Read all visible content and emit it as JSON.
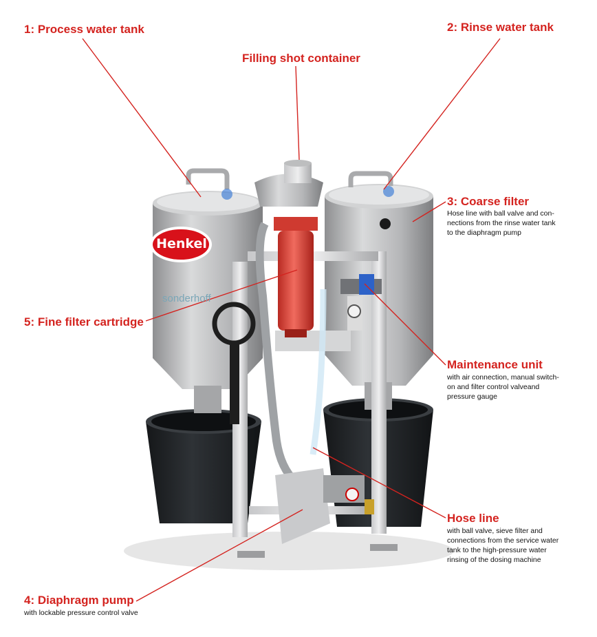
{
  "labels": {
    "process_tank": "1: Process water tank",
    "filling_shot": "Filling shot container",
    "rinse_tank": "2: Rinse water tank",
    "coarse_filter": {
      "title": "3: Coarse filter",
      "desc": [
        "Hose line with ball valve and con-",
        "nections from the rinse water tank",
        "to the diaphragm pump"
      ]
    },
    "fine_filter": "5: Fine filter cartridge",
    "maintenance": {
      "title": "Maintenance unit",
      "desc": [
        "with air connection, manual switch-",
        "on and filter control valveand",
        "pressure gauge"
      ]
    },
    "hose_line": {
      "title": "Hose line",
      "desc": [
        "with ball valve, sieve filter and",
        "connections from the service water",
        "tank to the high-pressure water",
        "rinsing of the dosing machine"
      ]
    },
    "diaphragm_pump": {
      "title": "4: Diaphragm pump",
      "desc": "with lockable pressure control valve"
    }
  },
  "branding": {
    "henkel": "Henkel",
    "sonderhoff": "sonderhoff"
  },
  "colors": {
    "label_red": "#d4231f",
    "henkel_red": "#d8111a",
    "steel": "#b9babc",
    "bucket": "#202326",
    "filter_red": "#e2473c"
  }
}
